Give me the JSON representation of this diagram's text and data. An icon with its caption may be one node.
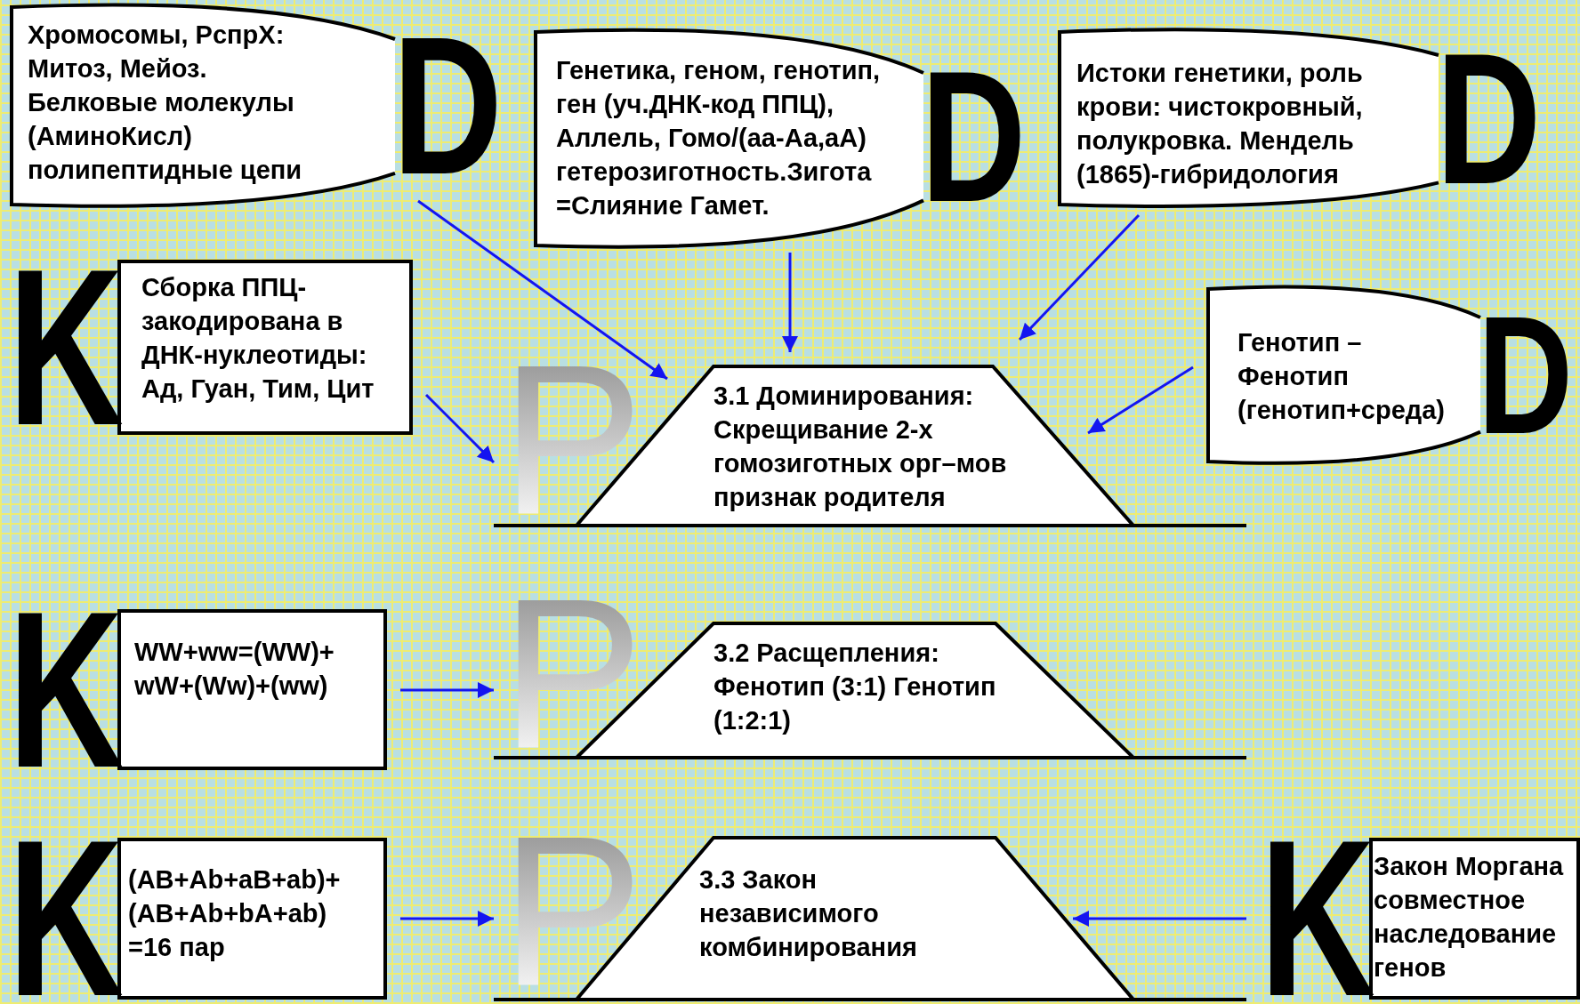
{
  "diagram": {
    "nodes": [
      {
        "text": [
          "Хромосомы, РспрХ: Митоз, Мейоз. Белковые молекулы (АминоКисл) полипептидные цепи",
          "D"
        ]
      },
      {
        "text": [
          "Генетика, геном, генотип, ген (уч.ДНК-код ППЦ), Аллель, Гомо/(аа-Аа,аА) гетерозиготность.Зигота =Слияние Гамет.",
          "D"
        ]
      },
      {
        "text": [
          "Истоки генетики, роль крови: чистокровный, полукровка. Мендель (1865)-гибридология",
          "D"
        ]
      },
      {
        "text": [
          "K",
          "Сборка ППЦ-закодирована в ДНК-нуклеотиды: Ад, Гуан, Тим, Цит"
        ]
      },
      {
        "text": [
          "Генотип – Фенотип (генотип+среда)",
          "D"
        ]
      },
      {
        "text": [
          "P",
          "3.1 Доминирования: Скрещивание 2-х гомозиготных орг–мов признак родителя"
        ]
      },
      {
        "text": [
          "K",
          "WW+ww=(WW)+ wW+(Ww)+(ww)"
        ]
      },
      {
        "text": [
          "P",
          "3.2 Расщепления: Фенотип (3:1) Генотип (1:2:1)"
        ]
      },
      {
        "text": [
          "K",
          "(AB+Ab+aB+ab)+ (AB+Ab+bA+ab) =16 пар"
        ]
      },
      {
        "text": [
          "P",
          "3.3 Закон независимого комбинирования"
        ]
      },
      {
        "text": [
          "K",
          "Закон Моргана совместное наследование генов"
        ]
      }
    ],
    "edges": [
      {
        "from": 0,
        "to": 5,
        "arrow": "to"
      },
      {
        "from": 1,
        "to": 5,
        "arrow": "to"
      },
      {
        "from": 2,
        "to": 5,
        "arrow": "to"
      },
      {
        "from": 3,
        "to": 5,
        "arrow": "to"
      },
      {
        "from": 4,
        "to": 5,
        "arrow": "to"
      },
      {
        "from": 6,
        "to": 7,
        "arrow": "to"
      },
      {
        "from": 8,
        "to": 9,
        "arrow": "to"
      },
      {
        "from": 10,
        "to": 9,
        "arrow": "to"
      }
    ]
  }
}
